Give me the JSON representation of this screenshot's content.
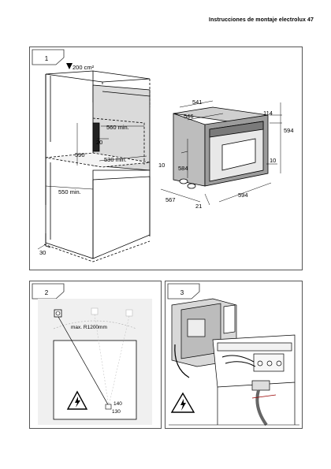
{
  "header": {
    "text": "Instrucciones de montaje electrolux 47"
  },
  "figure1": {
    "number": "1",
    "dims": {
      "ventilation": "200 cm²",
      "d560": "560 min.",
      "d20": "20",
      "d590": "590",
      "d530": "530 min.",
      "d550": "550 min.",
      "d30": "30",
      "d541": "541",
      "d546": "546",
      "d114": "114",
      "d594_right": "594",
      "d10_left": "10",
      "d584": "584",
      "d10_right": "10",
      "d567": "567",
      "d21": "21",
      "d594_bottom": "594"
    }
  },
  "figure2": {
    "number": "2",
    "radius": "max. R1200mm",
    "d140": "140",
    "d130": "130"
  },
  "figure3": {
    "number": "3"
  }
}
